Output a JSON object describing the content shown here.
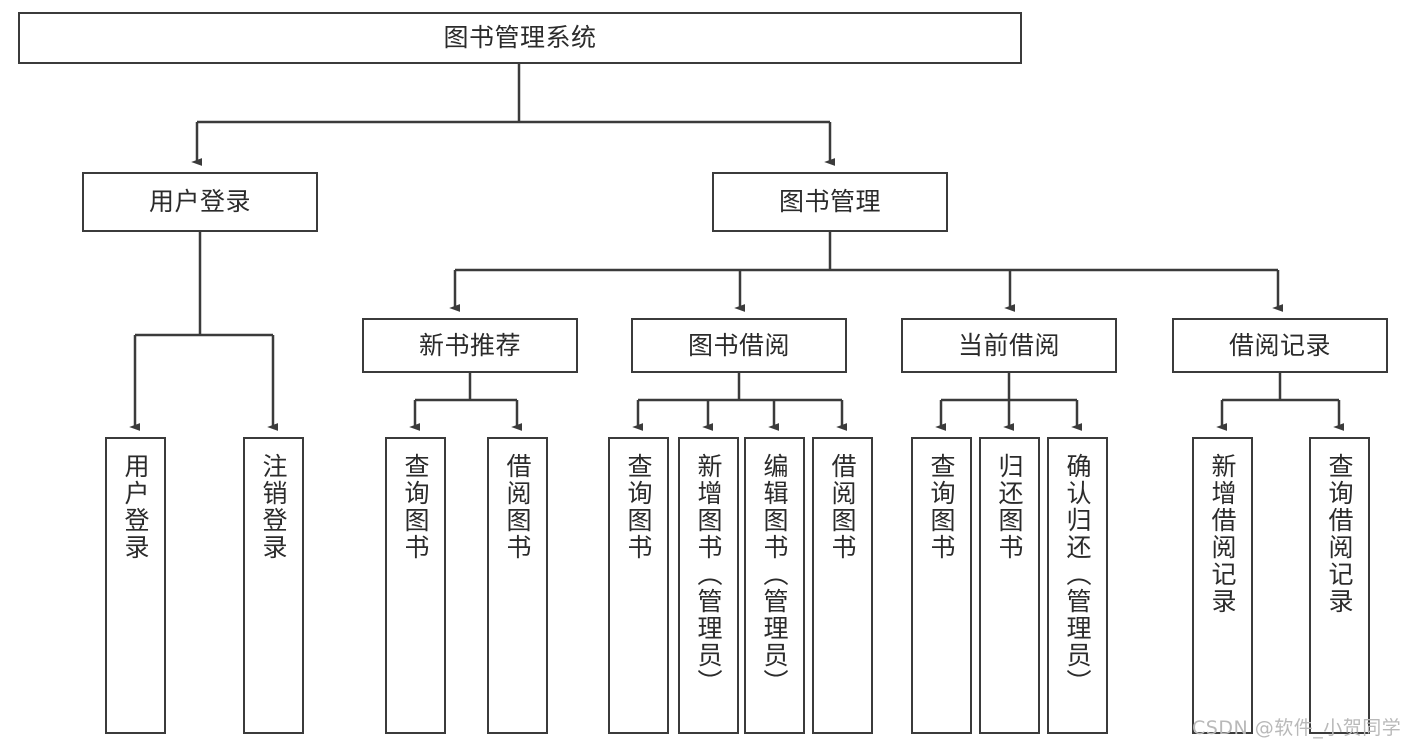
{
  "diagram": {
    "title": "图书管理系统",
    "type": "hierarchy-tree",
    "watermark": "CSDN @软件_小贺同学",
    "colors": {
      "stroke": "#3b3b3b",
      "fill": "#ffffff",
      "text": "#2b2b2b",
      "watermark": "#b9b9b9"
    },
    "levels": {
      "root": {
        "label": "图书管理系统"
      },
      "level2": [
        {
          "id": "user-login",
          "label": "用户登录"
        },
        {
          "id": "book-manage",
          "label": "图书管理"
        }
      ],
      "level3": [
        {
          "id": "new-book-rec",
          "label": "新书推荐",
          "parent": "book-manage"
        },
        {
          "id": "book-borrow",
          "label": "图书借阅",
          "parent": "book-manage"
        },
        {
          "id": "current-borrow",
          "label": "当前借阅",
          "parent": "book-manage"
        },
        {
          "id": "borrow-record",
          "label": "借阅记录",
          "parent": "book-manage"
        }
      ],
      "leaves": [
        {
          "id": "leaf-user-login",
          "label": "用户登录",
          "parent": "user-login"
        },
        {
          "id": "leaf-user-logout",
          "label": "注销登录",
          "parent": "user-login"
        },
        {
          "id": "leaf-rec-query",
          "label": "查询图书",
          "parent": "new-book-rec"
        },
        {
          "id": "leaf-rec-borrow",
          "label": "借阅图书",
          "parent": "new-book-rec"
        },
        {
          "id": "leaf-borrow-query",
          "label": "查询图书",
          "parent": "book-borrow"
        },
        {
          "id": "leaf-borrow-add",
          "label": "新增图书（管理员）",
          "parent": "book-borrow"
        },
        {
          "id": "leaf-borrow-edit",
          "label": "编辑图书（管理员）",
          "parent": "book-borrow"
        },
        {
          "id": "leaf-borrow-lend",
          "label": "借阅图书",
          "parent": "book-borrow"
        },
        {
          "id": "leaf-cur-query",
          "label": "查询图书",
          "parent": "current-borrow"
        },
        {
          "id": "leaf-cur-return",
          "label": "归还图书",
          "parent": "current-borrow"
        },
        {
          "id": "leaf-cur-confirm",
          "label": "确认归还（管理员）",
          "parent": "current-borrow"
        },
        {
          "id": "leaf-rec-add",
          "label": "新增借阅记录",
          "parent": "borrow-record"
        },
        {
          "id": "leaf-rec-search",
          "label": "查询借阅记录",
          "parent": "borrow-record"
        }
      ]
    }
  }
}
